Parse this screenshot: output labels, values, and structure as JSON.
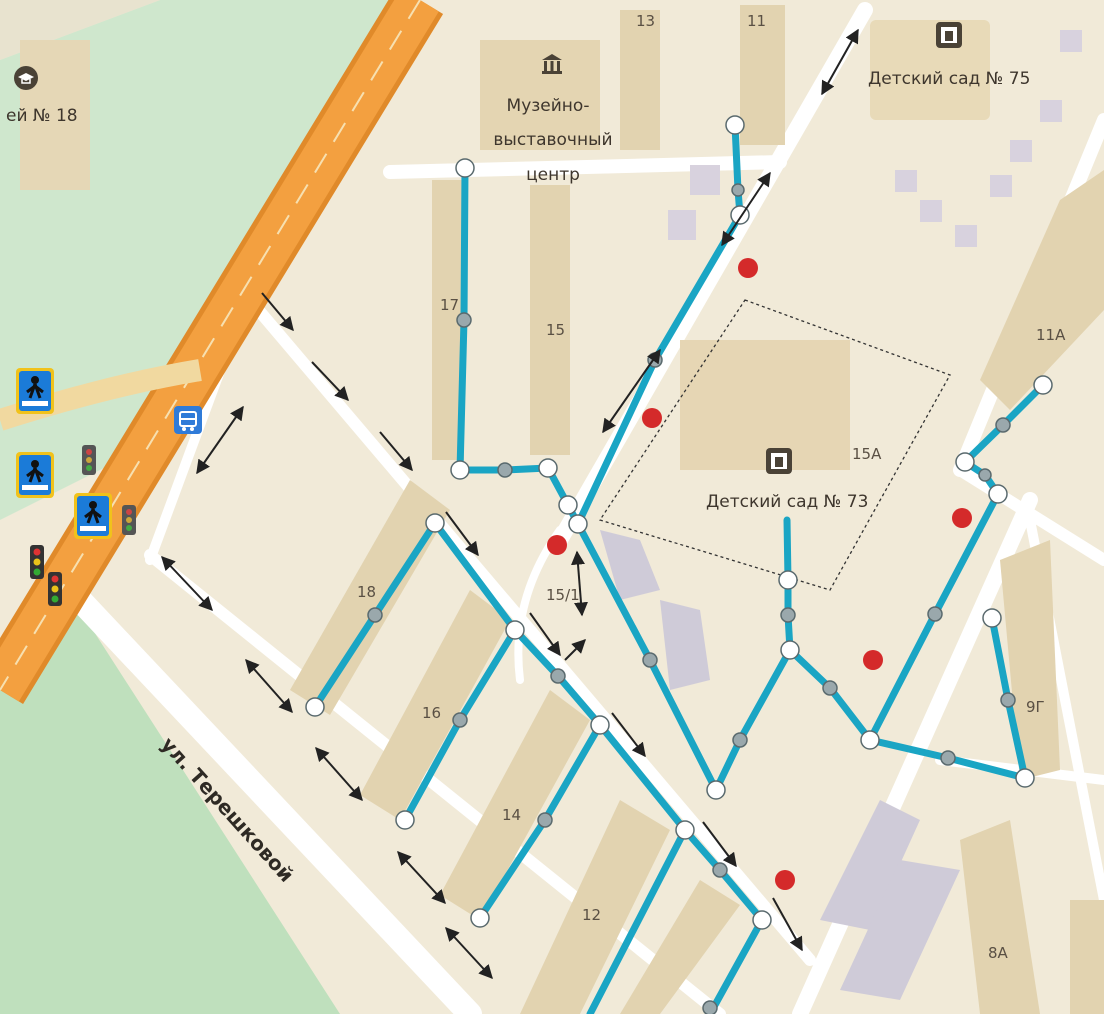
{
  "map": {
    "pois": {
      "kindergarten_75": "Детский сад № 75",
      "kindergarten_73": "Детский сад № 73",
      "museum_line1": "Музейно-",
      "museum_line2": "выставочный",
      "museum_line3": "центр",
      "lyceum": "ей № 18"
    },
    "street": "ул. Терешковой",
    "buildings": {
      "b13": "13",
      "b11": "11",
      "b17": "17",
      "b15": "15",
      "b15a": "15А",
      "b11a": "11А",
      "b18": "18",
      "b15_1": "15/1",
      "b16": "16",
      "b14": "14",
      "b12": "12",
      "b9g": "9Г",
      "b8a": "8А"
    },
    "icons": {
      "crosswalk": "pedestrian-crossing-icon",
      "bus_stop": "bus-stop-icon",
      "traffic_light": "traffic-light-icon",
      "kindergarten": "kindergarten-icon",
      "museum": "museum-icon",
      "school": "school-icon"
    },
    "colors": {
      "route": "#1aa5c4",
      "hazard": "#d42a2a",
      "highway": "#f3952c",
      "park": "#bfe3bf",
      "building": "#e2d3b0"
    }
  }
}
